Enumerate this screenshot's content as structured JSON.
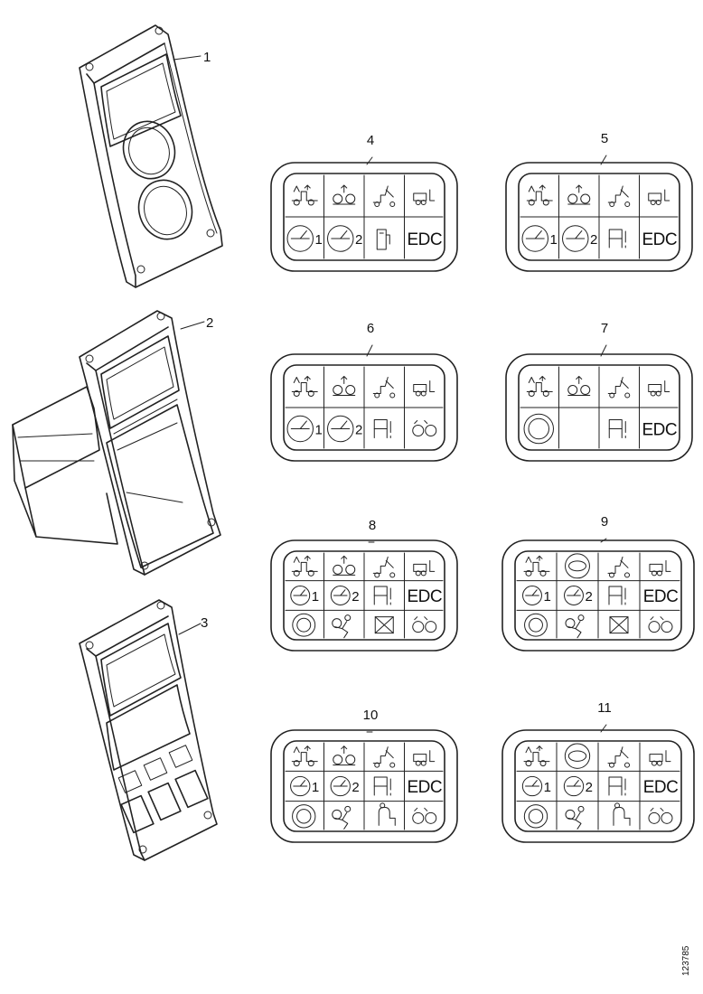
{
  "labels": {
    "part1": "1",
    "part2": "2",
    "part3": "3",
    "panel4": "4",
    "panel5": "5",
    "panel6": "6",
    "panel7": "7",
    "panel8": "8",
    "panel9": "9",
    "panel10": "10",
    "panel11": "11"
  },
  "panel_text": {
    "edc": "EDC",
    "gauge1_index": "1",
    "gauge2_index": "2"
  },
  "panels": [
    {
      "id": "4",
      "rows": [
        [
          "truck-lift-icon",
          "axle-icon",
          "tipper-icon",
          "trailer-icon"
        ],
        [
          "gauge-1-icon",
          "gauge-2-icon",
          "fuel-pump-icon",
          "EDC"
        ]
      ]
    },
    {
      "id": "5",
      "rows": [
        [
          "truck-lift-icon",
          "axle-icon",
          "tipper-icon",
          "trailer-icon"
        ],
        [
          "gauge-1-icon",
          "gauge-2-icon",
          "cab-icon",
          "EDC"
        ]
      ]
    },
    {
      "id": "6",
      "rows": [
        [
          "truck-lift-icon",
          "axle-icon",
          "tipper-icon",
          "trailer-icon"
        ],
        [
          "gauge-1-icon",
          "gauge-2-icon",
          "cab-icon",
          "diff-lock-icon"
        ]
      ]
    },
    {
      "id": "7",
      "rows": [
        [
          "truck-lift-icon",
          "axle-icon",
          "tipper-icon",
          "trailer-icon"
        ],
        [
          "brake-ring-icon",
          "blank",
          "cab-icon",
          "EDC"
        ]
      ]
    },
    {
      "id": "8",
      "rows": [
        [
          "truck-lift-icon",
          "axle-icon",
          "tipper-icon",
          "trailer-icon"
        ],
        [
          "gauge-1-icon",
          "gauge-2-icon",
          "cab-icon",
          "EDC"
        ],
        [
          "brake-ring-icon",
          "airbag-icon",
          "crossed-box-icon",
          "diff-lock-icon"
        ]
      ]
    },
    {
      "id": "9",
      "rows": [
        [
          "truck-lift-icon",
          "abs-icon",
          "tipper-icon",
          "trailer-icon"
        ],
        [
          "gauge-1-icon",
          "gauge-2-icon",
          "cab-icon",
          "EDC"
        ],
        [
          "brake-ring-icon",
          "airbag-icon",
          "crossed-box-icon",
          "diff-lock-icon"
        ]
      ]
    },
    {
      "id": "10",
      "rows": [
        [
          "truck-lift-icon",
          "axle-icon",
          "tipper-icon",
          "trailer-icon"
        ],
        [
          "gauge-1-icon",
          "gauge-2-icon",
          "cab-icon",
          "EDC"
        ],
        [
          "brake-ring-icon",
          "airbag-icon",
          "seat-icon",
          "diff-lock-icon"
        ]
      ]
    },
    {
      "id": "11",
      "rows": [
        [
          "truck-lift-icon",
          "abs-icon",
          "tipper-icon",
          "trailer-icon"
        ],
        [
          "gauge-1-icon",
          "gauge-2-icon",
          "cab-icon",
          "EDC"
        ],
        [
          "brake-ring-icon",
          "airbag-icon",
          "seat-icon",
          "diff-lock-icon"
        ]
      ]
    }
  ],
  "reference": "123785"
}
